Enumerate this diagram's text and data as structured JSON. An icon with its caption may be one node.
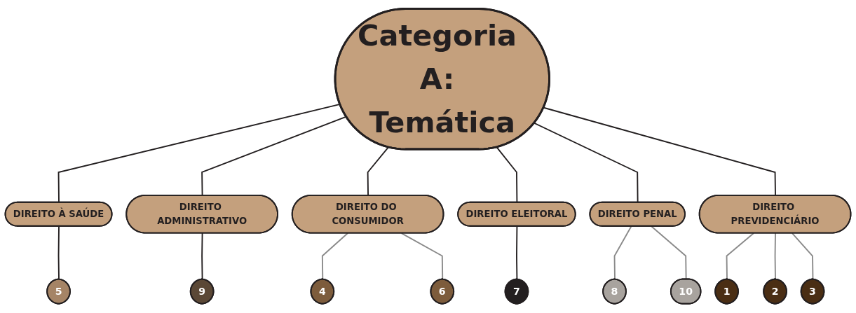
{
  "diagram": {
    "nodes": [
      {
        "text": [
          "Categoria A: Temática"
        ]
      },
      {
        "text": [
          "DIREITO À SAÚDE"
        ]
      },
      {
        "text": [
          "DIREITO ADMINISTRATIVO"
        ]
      },
      {
        "text": [
          "DIREITO DO CONSUMIDOR"
        ]
      },
      {
        "text": [
          "DIREITO ELEITORAL"
        ]
      },
      {
        "text": [
          "DIREITO PENAL"
        ]
      },
      {
        "text": [
          "DIREITO PREVIDENCIÁRIO"
        ]
      },
      {
        "text": [
          "5"
        ]
      },
      {
        "text": [
          "9"
        ]
      },
      {
        "text": [
          "4"
        ]
      },
      {
        "text": [
          "6"
        ]
      },
      {
        "text": [
          "7"
        ]
      },
      {
        "text": [
          "8"
        ]
      },
      {
        "text": [
          "10"
        ]
      },
      {
        "text": [
          "1"
        ]
      },
      {
        "text": [
          "2"
        ]
      },
      {
        "text": [
          "3"
        ]
      }
    ],
    "edges": [
      {
        "from": 0,
        "to": 1,
        "arrow": "none"
      },
      {
        "from": 0,
        "to": 2,
        "arrow": "none"
      },
      {
        "from": 0,
        "to": 3,
        "arrow": "none"
      },
      {
        "from": 0,
        "to": 4,
        "arrow": "none"
      },
      {
        "from": 0,
        "to": 5,
        "arrow": "none"
      },
      {
        "from": 0,
        "to": 6,
        "arrow": "none"
      },
      {
        "from": 1,
        "to": 7,
        "arrow": "none"
      },
      {
        "from": 2,
        "to": 8,
        "arrow": "none"
      },
      {
        "from": 3,
        "to": 9,
        "arrow": "none",
        "color": "#8a8a8a"
      },
      {
        "from": 3,
        "to": 10,
        "arrow": "none",
        "color": "#8a8a8a"
      },
      {
        "from": 4,
        "to": 11,
        "arrow": "none"
      },
      {
        "from": 5,
        "to": 12,
        "arrow": "none",
        "color": "#8a8a8a"
      },
      {
        "from": 5,
        "to": 13,
        "arrow": "none",
        "color": "#8a8a8a"
      },
      {
        "from": 6,
        "to": 14,
        "arrow": "none",
        "color": "#8a8a8a"
      },
      {
        "from": 6,
        "to": 15,
        "arrow": "none",
        "color": "#8a8a8a"
      },
      {
        "from": 6,
        "to": 16,
        "arrow": "none",
        "color": "#8a8a8a"
      }
    ]
  }
}
